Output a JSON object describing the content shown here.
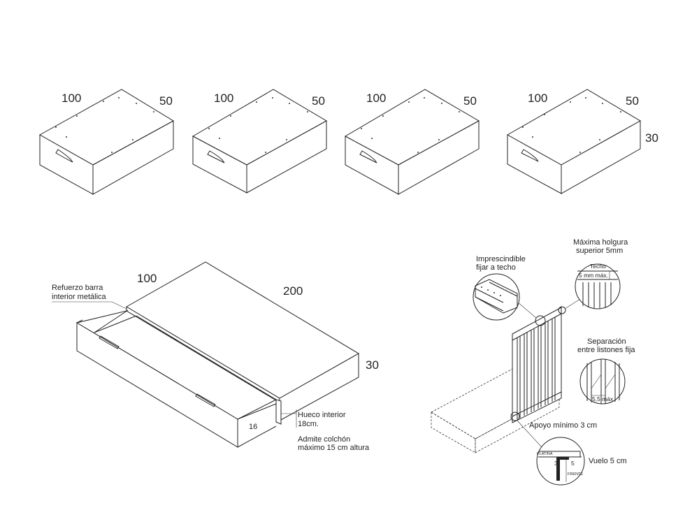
{
  "drawers": [
    {
      "width_label": "100",
      "depth_label": "50",
      "height_label": ""
    },
    {
      "width_label": "100",
      "depth_label": "50",
      "height_label": ""
    },
    {
      "width_label": "100",
      "depth_label": "50",
      "height_label": ""
    },
    {
      "width_label": "100",
      "depth_label": "50",
      "height_label": "30"
    }
  ],
  "bed": {
    "width_label": "100",
    "length_label": "200",
    "height_label": "30",
    "reinforcement_line1": "Refuerzo barra",
    "reinforcement_line2": "interior metálica",
    "drawer_depth_label": "16",
    "hollow_line1": "Hueco interior",
    "hollow_line2": "18cm.",
    "mattress_line1": "Admite colchón",
    "mattress_line2": "máximo 15 cm altura"
  },
  "rail": {
    "ceiling_fix_line1": "Imprescindible",
    "ceiling_fix_line2": "fijar a techo",
    "clearance_line1": "Máxima holgura",
    "clearance_line2": "superior 5mm",
    "ceiling_label": "Techo",
    "clearance_value": "5 mm máx.",
    "spacing_line1": "Separación",
    "spacing_line2": "entre listones fija",
    "spacing_value": "5,5 máx.",
    "support_label": "Apoyo mínimo 3 cm",
    "overhang_label": "Vuelo 5 cm",
    "platina_label": "PLATINA",
    "support_dim": "3",
    "overhang_dim": "5",
    "front_label": "FRENTE"
  }
}
